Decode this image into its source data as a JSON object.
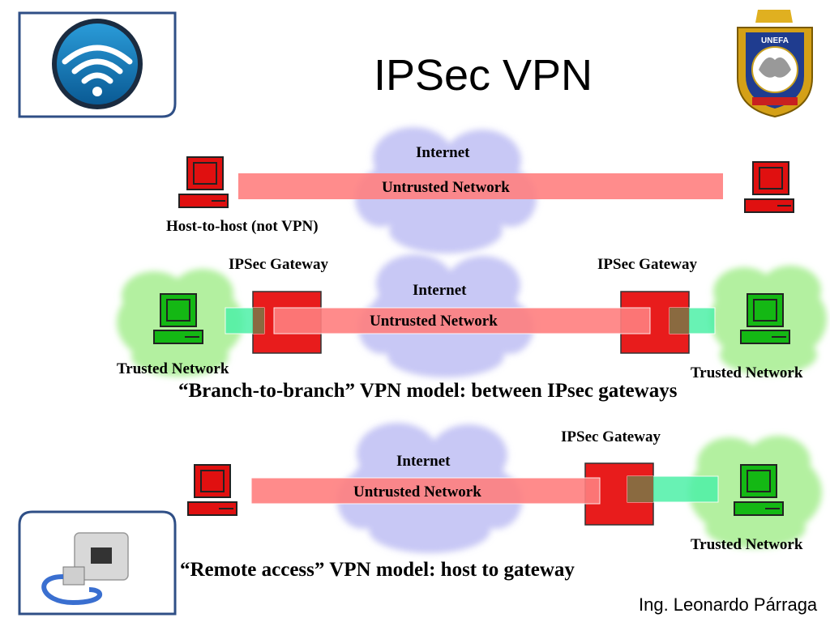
{
  "slide": {
    "title": "IPSec VPN",
    "author": "Ing. Leonardo Párraga",
    "icons": {
      "top_left": "wifi-icon",
      "bottom_left": "network-cable-icon",
      "top_right": "university-seal-logo"
    },
    "seal_text": "UNEFA"
  },
  "section1": {
    "internet": "Internet",
    "untrusted": "Untrusted Network",
    "caption": "Host-to-host (not VPN)"
  },
  "section2": {
    "gateway_left": "IPSec Gateway",
    "gateway_right": "IPSec Gateway",
    "internet": "Internet",
    "untrusted": "Untrusted Network",
    "trusted_left": "Trusted Network",
    "trusted_right": "Trusted Network",
    "caption": "“Branch-to-branch” VPN model: between IPsec gateways"
  },
  "section3": {
    "gateway": "IPSec Gateway",
    "internet": "Internet",
    "untrusted": "Untrusted Network",
    "trusted": "Trusted Network",
    "caption": "“Remote access” VPN model: host to gateway"
  },
  "colors": {
    "tunnel": "#ff7f7f",
    "secure_tunnel": "#4ef0a8",
    "gateway": "#e81c1c",
    "cloud_internet": "#c8c8f5",
    "cloud_trusted": "#b3f0a0",
    "host_red": "#e01010",
    "host_green": "#14b814"
  }
}
